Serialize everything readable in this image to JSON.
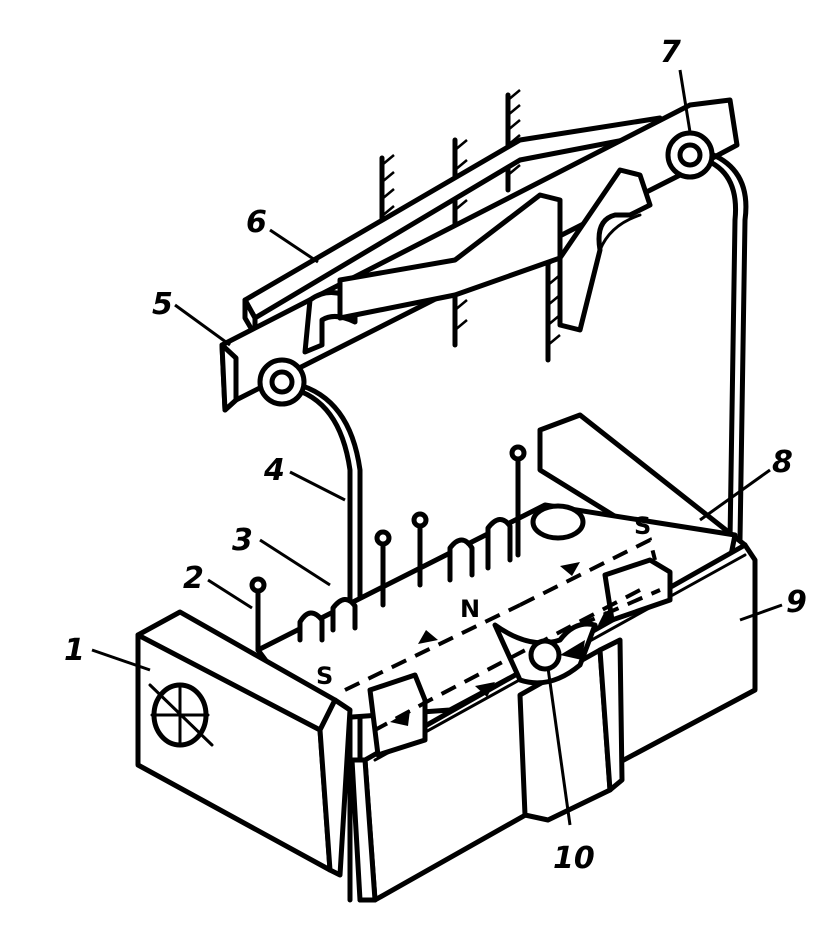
{
  "labels": {
    "l1": "1",
    "l2": "2",
    "l3": "3",
    "l4": "4",
    "l5": "5",
    "l6": "6",
    "l7": "7",
    "l8": "8",
    "l9": "9",
    "l10": "10"
  },
  "poles": {
    "s_left": "S",
    "n_center": "N",
    "s_right": "S"
  },
  "colors": {
    "ink": "#000000",
    "paper": "#ffffff"
  }
}
